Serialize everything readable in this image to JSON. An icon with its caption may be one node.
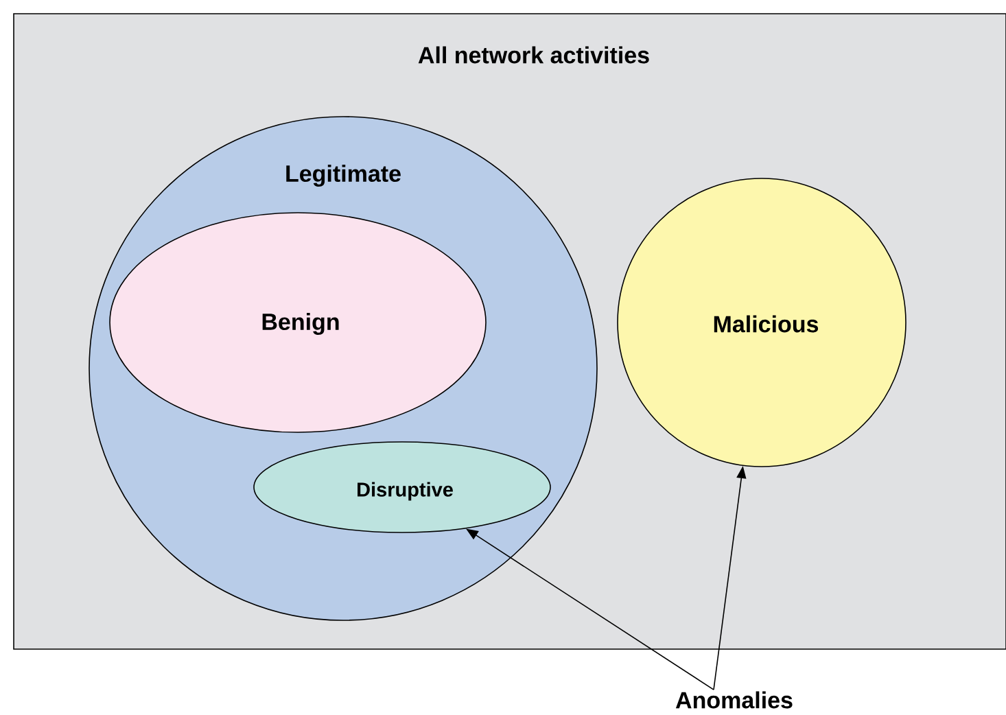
{
  "diagram": {
    "nodes": [
      {
        "text": [
          "All network activities"
        ]
      },
      {
        "text": [
          "Legitimate"
        ],
        "in": 0
      },
      {
        "text": [
          "Benign"
        ],
        "in": 1
      },
      {
        "text": [
          "Disruptive"
        ],
        "in": 1
      },
      {
        "text": [
          "Malicious"
        ],
        "in": 0
      },
      {
        "text": [
          "Anomalies"
        ]
      }
    ],
    "edges": [
      {
        "from": 5,
        "to": 3,
        "arrow": "to"
      },
      {
        "from": 5,
        "to": 4,
        "arrow": "to"
      }
    ]
  }
}
